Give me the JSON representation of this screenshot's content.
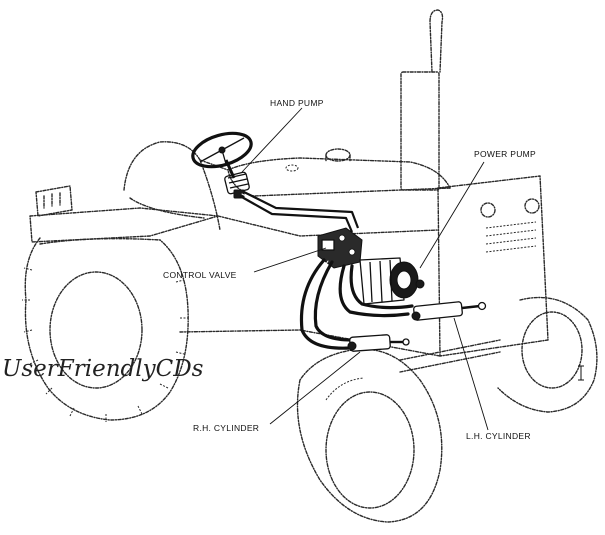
{
  "labels": {
    "hand_pump": "HAND PUMP",
    "power_pump": "POWER PUMP",
    "control_valve": "CONTROL VALVE",
    "rh_cylinder": "R.H. CYLINDER",
    "lh_cylinder": "L.H. CYLINDER"
  },
  "watermark": "UserFriendlyCDs"
}
